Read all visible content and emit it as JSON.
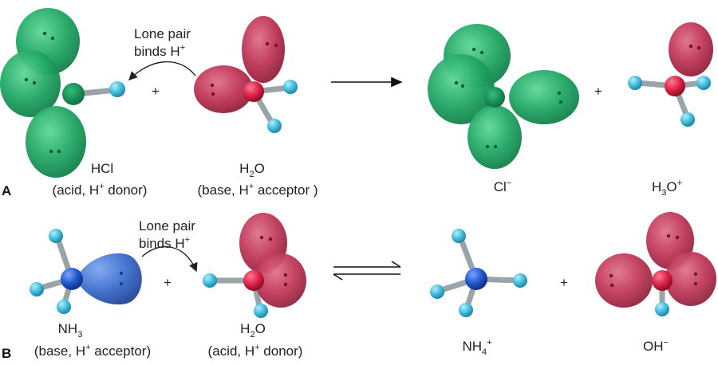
{
  "panel_a": {
    "letter": "A",
    "annotation_line1": "Lone pair",
    "annotation_line2": "binds H",
    "annotation_sup": "+",
    "plus": "+",
    "hcl": {
      "name": "HCl",
      "role_pre": "(acid, H",
      "role_sup": "+",
      "role_post": " donor)"
    },
    "h2o": {
      "name_pre": "H",
      "name_sub": "2",
      "name_post": "O",
      "role_pre": "(base, H",
      "role_sup": "+",
      "role_post": " acceptor )"
    },
    "cl": {
      "name": "Cl",
      "sup": "−"
    },
    "plus_products": "+",
    "h3o": {
      "pre": "H",
      "sub": "3",
      "mid": "O",
      "sup": "+"
    }
  },
  "panel_b": {
    "letter": "B",
    "annotation_line1": "Lone pair",
    "annotation_line2": "binds H",
    "annotation_sup": "+",
    "plus": "+",
    "nh3": {
      "pre": "NH",
      "sub": "3",
      "role_pre": "(base, H",
      "role_sup": "+",
      "role_post": " acceptor)"
    },
    "h2o": {
      "name_pre": "H",
      "name_sub": "2",
      "name_post": "O",
      "role_pre": "(acid, H",
      "role_sup": "+",
      "role_post": " donor)"
    },
    "nh4": {
      "pre": "NH",
      "sub": "4",
      "sup": "+"
    },
    "plus_products": "+",
    "oh": {
      "name": "OH",
      "sup": "−"
    }
  },
  "colors": {
    "chlorine": "#1fa66a",
    "oxygen": "#c2334f",
    "nitrogen": "#2f66c4",
    "hydrogen": "#4cc0dd",
    "bond": "#9aa3a8"
  }
}
